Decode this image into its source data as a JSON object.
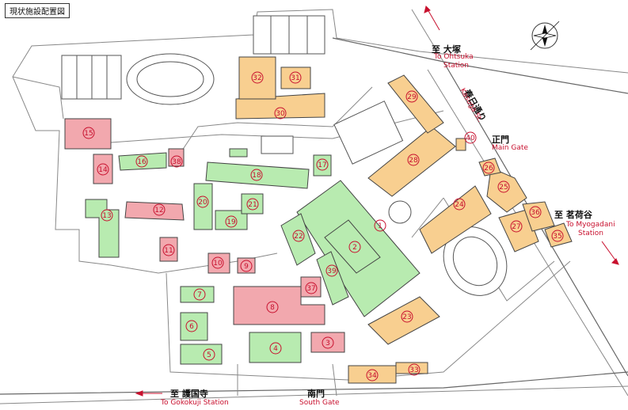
{
  "title": "現状施設配置図",
  "colors": {
    "green": "#b8ebb0",
    "orange": "#f8cf90",
    "pink": "#f2a8ae",
    "outline": "#444444",
    "road": "#888888",
    "label_red": "#c8102e"
  },
  "directions": {
    "ohtsuka": {
      "jp": "至 大塚",
      "en_line1": "To Ohtsuka",
      "en_line2": "Station"
    },
    "kasuga": {
      "jp": "春日通り",
      "en": "Kasuga St."
    },
    "main_gate": {
      "jp": "正門",
      "en": "Main Gate"
    },
    "myogadani": {
      "jp": "至 茗荷谷",
      "en_line1": "To Myogadani",
      "en_line2": "Station"
    },
    "gokokuji": {
      "jp": "至 護国寺",
      "en": "To Gokokuji Station"
    },
    "south_gate": {
      "jp": "南門",
      "en": "South Gate"
    }
  },
  "buildings": [
    {
      "id": "1",
      "label": "①",
      "color": "green"
    },
    {
      "id": "2",
      "label": "②",
      "color": "green"
    },
    {
      "id": "3",
      "label": "③",
      "color": "pink"
    },
    {
      "id": "4",
      "label": "④",
      "color": "green"
    },
    {
      "id": "5",
      "label": "⑤",
      "color": "green"
    },
    {
      "id": "6",
      "label": "⑥",
      "color": "green"
    },
    {
      "id": "7",
      "label": "⑦",
      "color": "green"
    },
    {
      "id": "8",
      "label": "⑧",
      "color": "pink"
    },
    {
      "id": "9",
      "label": "⑨",
      "color": "pink"
    },
    {
      "id": "10",
      "label": "⑩",
      "color": "pink"
    },
    {
      "id": "11",
      "label": "⑪",
      "color": "pink"
    },
    {
      "id": "12",
      "label": "⑫",
      "color": "pink"
    },
    {
      "id": "13",
      "label": "⑬",
      "color": "green"
    },
    {
      "id": "14",
      "label": "⑭",
      "color": "pink"
    },
    {
      "id": "15",
      "label": "⑮",
      "color": "pink"
    },
    {
      "id": "16",
      "label": "⑯",
      "color": "green"
    },
    {
      "id": "17",
      "label": "⑰",
      "color": "green"
    },
    {
      "id": "18",
      "label": "⑱",
      "color": "green"
    },
    {
      "id": "19",
      "label": "⑲",
      "color": "green"
    },
    {
      "id": "20",
      "label": "⑳",
      "color": "green"
    },
    {
      "id": "21",
      "label": "21",
      "color": "green"
    },
    {
      "id": "22",
      "label": "22",
      "color": "green"
    },
    {
      "id": "23",
      "label": "23",
      "color": "orange"
    },
    {
      "id": "24",
      "label": "24",
      "color": "orange"
    },
    {
      "id": "25",
      "label": "25",
      "color": "orange"
    },
    {
      "id": "26",
      "label": "26",
      "color": "orange"
    },
    {
      "id": "27",
      "label": "27",
      "color": "orange"
    },
    {
      "id": "28",
      "label": "28",
      "color": "orange"
    },
    {
      "id": "29",
      "label": "29",
      "color": "orange"
    },
    {
      "id": "30",
      "label": "30",
      "color": "orange"
    },
    {
      "id": "31",
      "label": "31",
      "color": "orange"
    },
    {
      "id": "32",
      "label": "32",
      "color": "orange"
    },
    {
      "id": "33",
      "label": "33",
      "color": "orange"
    },
    {
      "id": "34",
      "label": "34",
      "color": "orange"
    },
    {
      "id": "35",
      "label": "35",
      "color": "orange"
    },
    {
      "id": "36",
      "label": "36",
      "color": "orange"
    },
    {
      "id": "37",
      "label": "37",
      "color": "pink"
    },
    {
      "id": "38",
      "label": "38",
      "color": "pink"
    },
    {
      "id": "39",
      "label": "39",
      "color": "green"
    },
    {
      "id": "40",
      "label": "40",
      "color": "orange"
    }
  ]
}
